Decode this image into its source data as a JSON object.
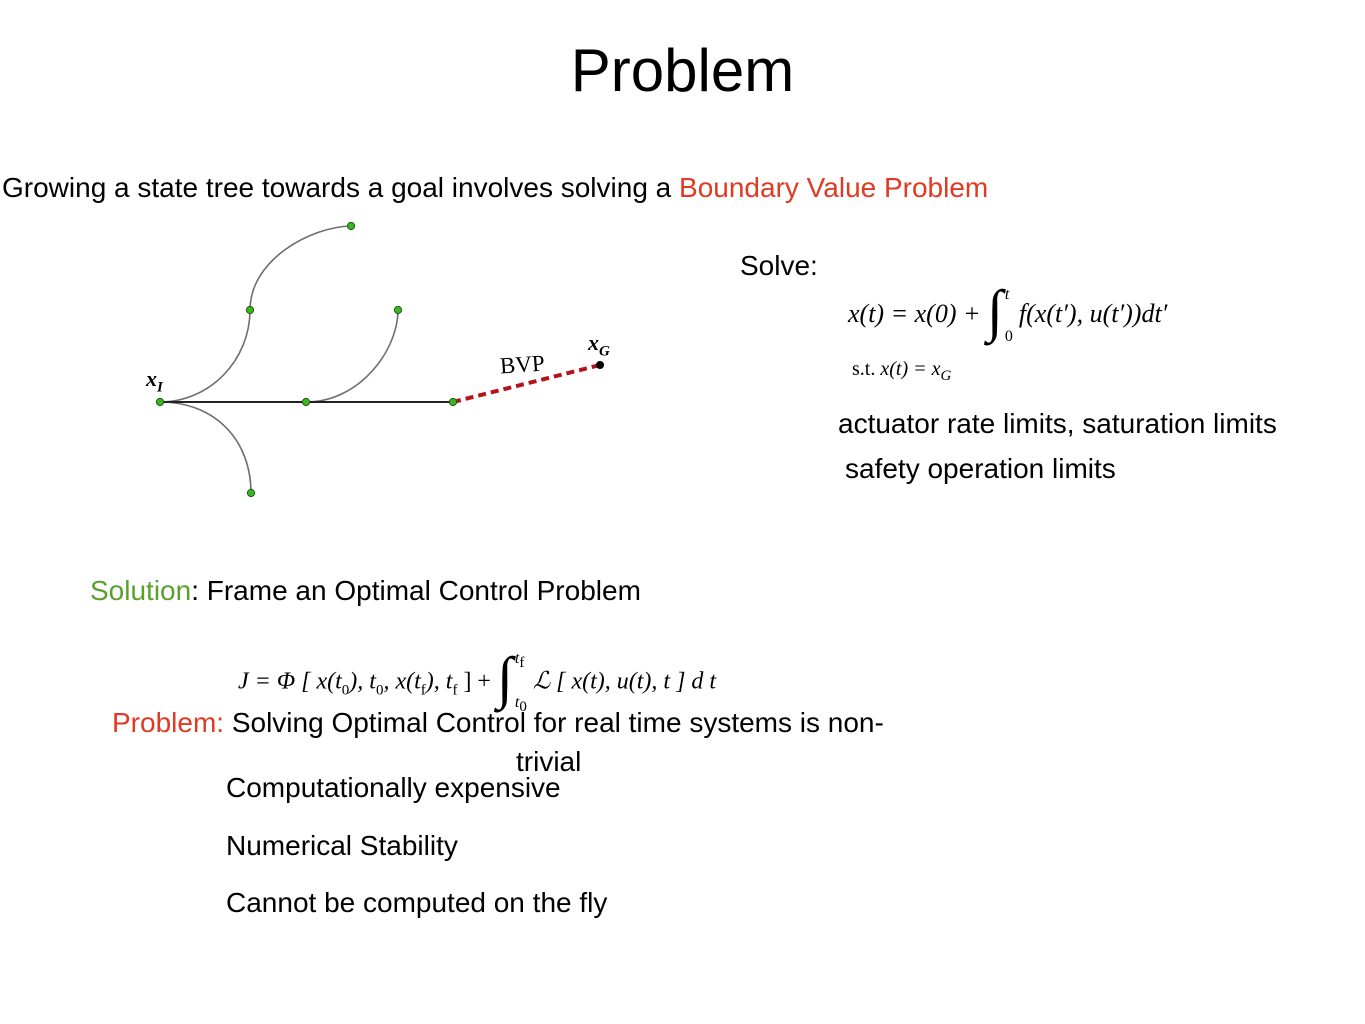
{
  "title": "Problem",
  "intro": {
    "text": "Growing a state tree towards a goal involves solving a ",
    "highlight": "Boundary Value Problem"
  },
  "diagram": {
    "start_label": "x",
    "start_sub": "I",
    "goal_label": "x",
    "goal_sub": "G",
    "edge_label": "BVP"
  },
  "solve_label": "Solve:",
  "equation": {
    "lhs": "x(t) = x(0) + ",
    "int_upper": "t",
    "int_lower": "0",
    "integrand": "f(x(t′), u(t′))dt′",
    "st": "s.t.",
    "st_expr": "x(t) = x",
    "st_sub": "G"
  },
  "constraints": [
    "actuator rate limits, saturation limits",
    "safety operation limits"
  ],
  "solution": {
    "prefix": "Solution",
    "text": ": Frame an Optimal Control Problem"
  },
  "cost": {
    "lhs": "J = Φ [ x(t",
    "s0": "0",
    "mid1": "), t",
    "s1": "0",
    "mid2": ", x(t",
    "s2": "f",
    "mid3": "), t",
    "s3": "f",
    "end": " ] + ",
    "int_upper": "t",
    "int_upper_sub": "f",
    "int_lower": "t",
    "int_lower_sub": "0",
    "integrand": "ℒ [ x(t), u(t), t ]  d t"
  },
  "problem": {
    "prefix": "Problem:",
    "text": " Solving Optimal Control for real time systems is non-",
    "continuation": "trivial"
  },
  "issues": [
    "Computationally expensive",
    "Numerical Stability",
    "Cannot be computed on the fly"
  ]
}
